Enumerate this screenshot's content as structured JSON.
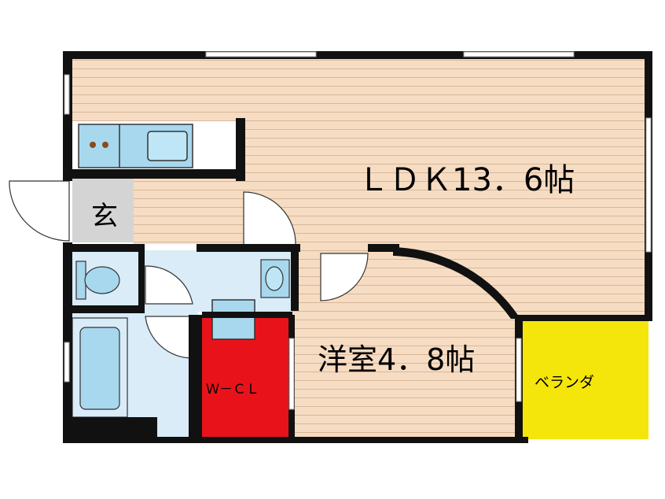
{
  "rooms": {
    "ldk": "ＬＤＫ13．6帖",
    "western": "洋室4．8帖",
    "entrance": "玄",
    "wcl": "Ｗ－ＣＬ",
    "balcony": "ベランダ"
  },
  "colors": {
    "floor": "#f6dcc2",
    "floor_line": "#d9b79a",
    "wall": "#111111",
    "wet_area": "#d9ecf8",
    "fixture": "#a8d8ee",
    "wcl": "#e8131a",
    "balcony": "#f4e60a",
    "entrance_floor": "#d4d4d4",
    "stove": "#8a4a1c"
  }
}
